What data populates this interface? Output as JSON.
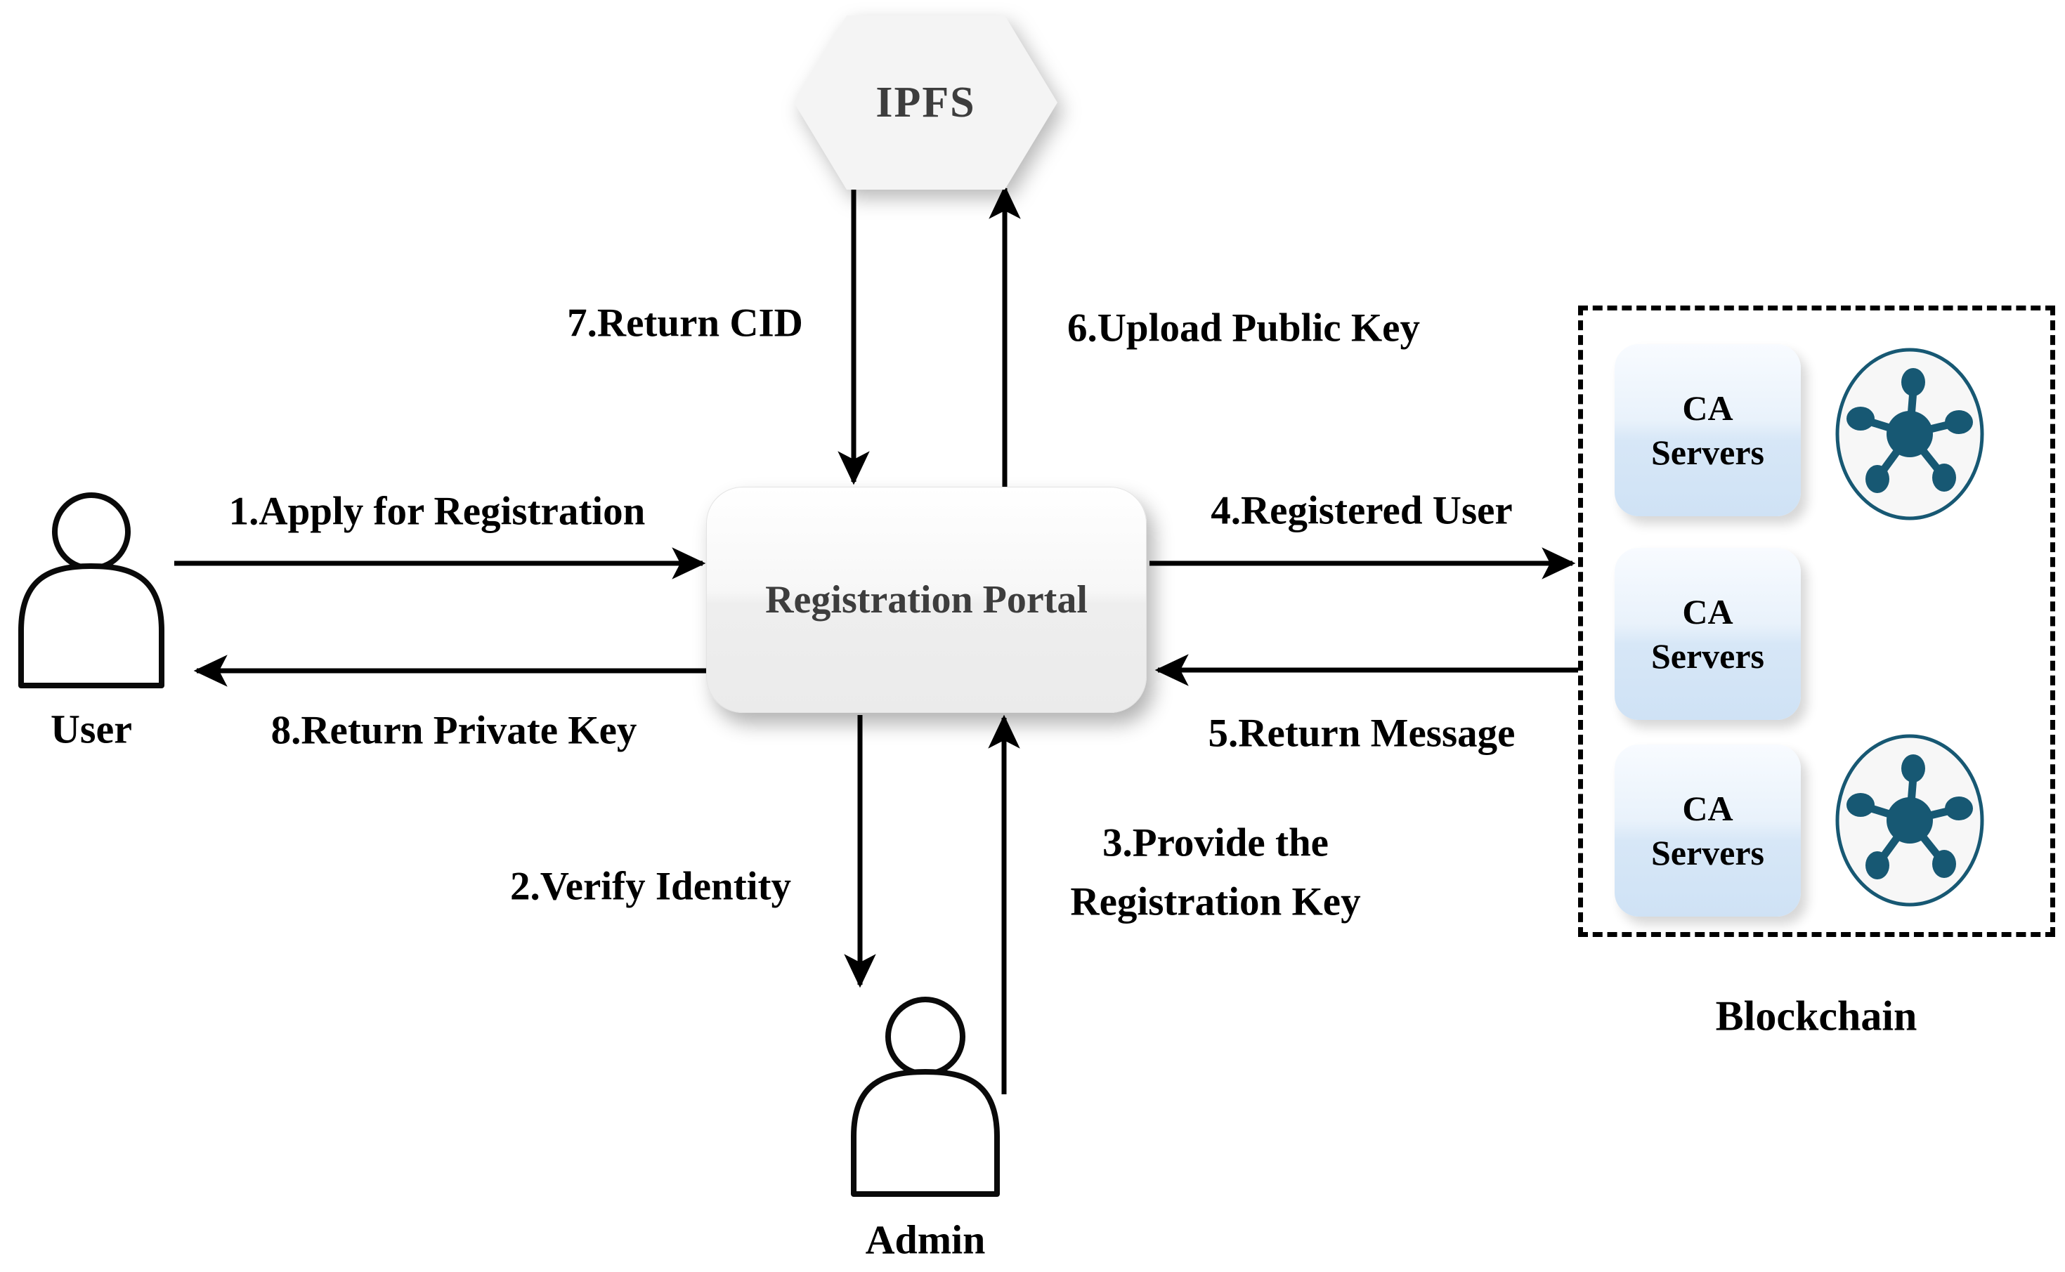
{
  "title": "Registration flow diagram",
  "nodes": {
    "ipfs": {
      "label": "IPFS"
    },
    "portal": {
      "label": "Registration Portal"
    },
    "user": {
      "label": "User"
    },
    "admin": {
      "label": "Admin"
    },
    "blockchain": {
      "label": "Blockchain"
    },
    "ca_servers": [
      {
        "line1": "CA",
        "line2": "Servers"
      },
      {
        "line1": "CA",
        "line2": "Servers"
      },
      {
        "line1": "CA",
        "line2": "Servers"
      }
    ]
  },
  "edges": [
    {
      "step": "1",
      "label": "1.Apply for Registration",
      "from": "User",
      "to": "Registration Portal"
    },
    {
      "step": "2",
      "label": "2.Verify Identity",
      "from": "Registration Portal",
      "to": "Admin"
    },
    {
      "step": "3",
      "label_line1": "3.Provide the",
      "label_line2": "Registration Key",
      "from": "Admin",
      "to": "Registration Portal"
    },
    {
      "step": "4",
      "label": "4.Registered User",
      "from": "Registration Portal",
      "to": "Blockchain"
    },
    {
      "step": "5",
      "label": "5.Return Message",
      "from": "Blockchain",
      "to": "Registration Portal"
    },
    {
      "step": "6",
      "label": "6.Upload Public Key",
      "from": "Registration Portal",
      "to": "IPFS"
    },
    {
      "step": "7",
      "label": "7.Return CID",
      "from": "IPFS",
      "to": "Registration Portal"
    },
    {
      "step": "8",
      "label": "8.Return Private Key",
      "from": "Registration Portal",
      "to": "User"
    }
  ],
  "colors": {
    "background": "#ffffff",
    "node_fill": "#f4f4f4",
    "node_text": "#3d3d3d",
    "ca_box_top": "#f8fbff",
    "ca_box_bottom": "#cfe2f5",
    "network_icon": "#175873",
    "arrow": "#000000",
    "label_text": "#000000"
  }
}
